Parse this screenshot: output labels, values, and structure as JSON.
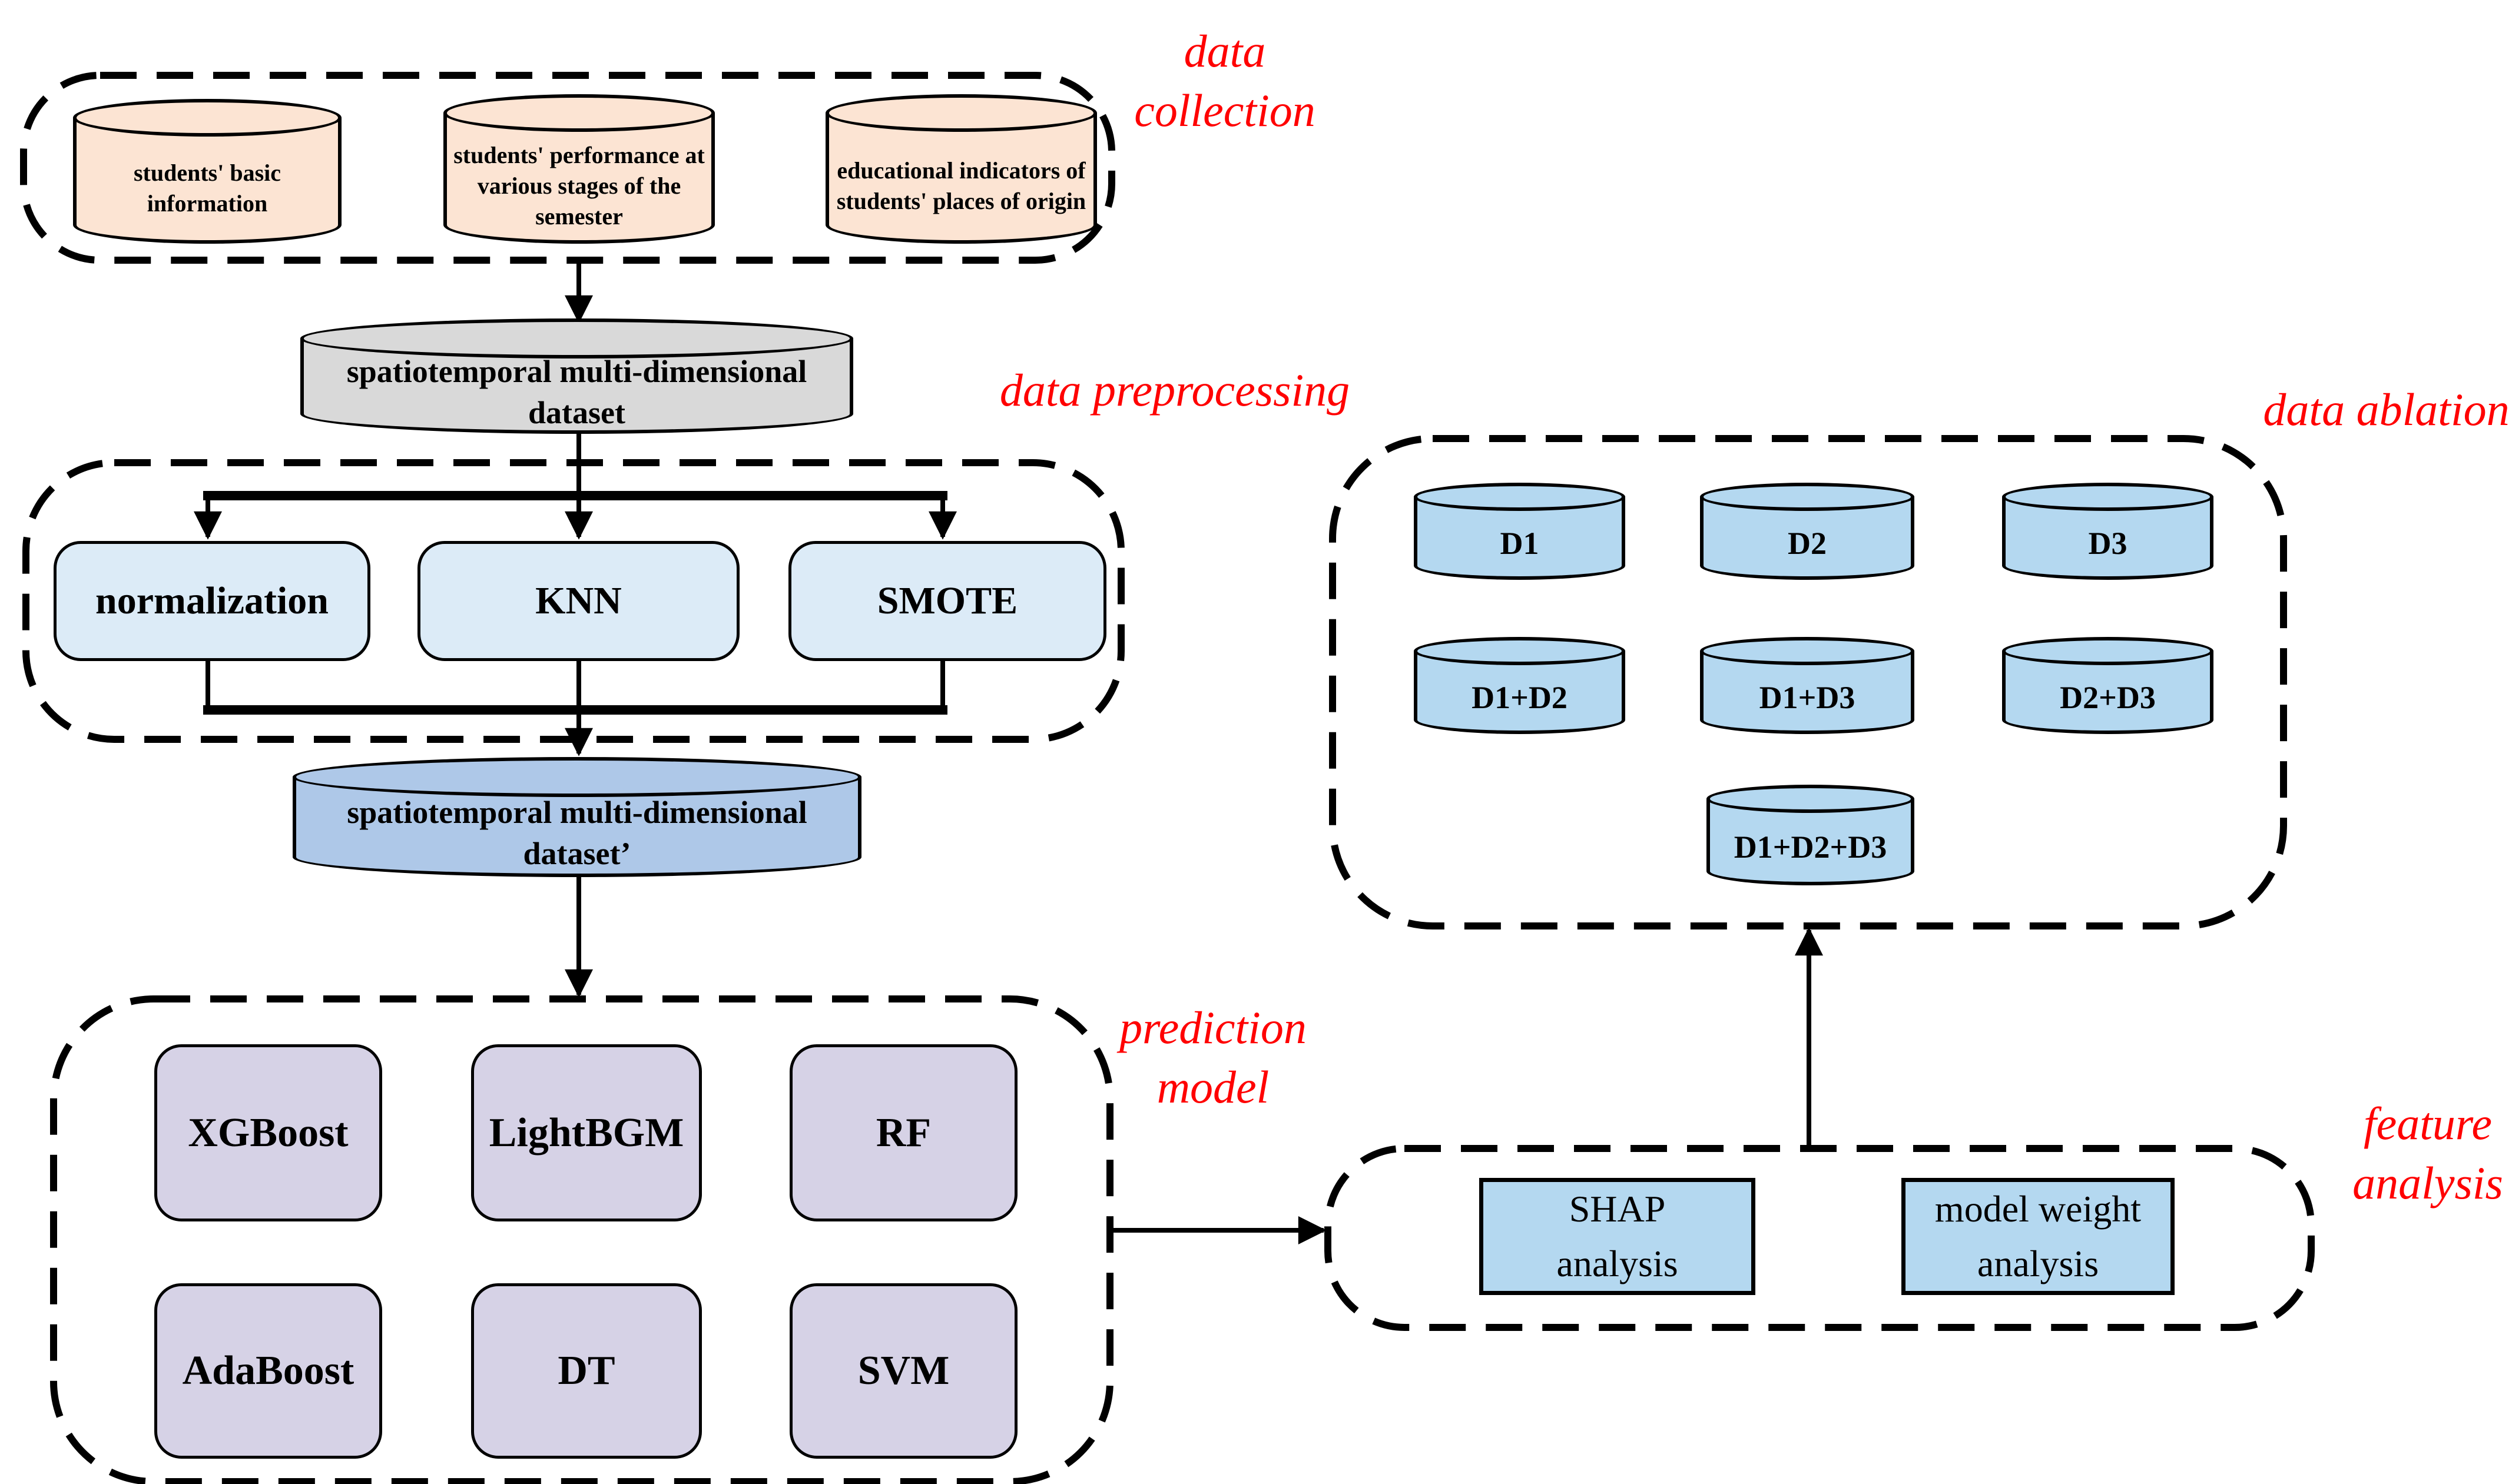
{
  "colors": {
    "source_fill": "#fce4d3",
    "raw_dataset_fill": "#d9d9d9",
    "preprocess_fill": "#dcebf7",
    "processed_dataset_fill": "#aec8e8",
    "model_fill": "#d6d2e6",
    "ablation_fill": "#b4d8f0",
    "section_label": "#ff0000",
    "outline": "#000000"
  },
  "sections": {
    "data_collection": {
      "label": "data collection",
      "sources": [
        "students' basic information",
        "students' performance at various stages of the semester",
        "educational indicators of students' places of origin"
      ]
    },
    "raw_dataset": "spatiotemporal multi-dimensional dataset",
    "data_preprocessing": {
      "label": "data preprocessing",
      "steps": [
        "normalization",
        "KNN",
        "SMOTE"
      ]
    },
    "processed_dataset": "spatiotemporal multi-dimensional dataset’",
    "prediction_model": {
      "label": "prediction model",
      "models": [
        "XGBoost",
        "LightBGM",
        "RF",
        "AdaBoost",
        "DT",
        "SVM"
      ]
    },
    "data_ablation": {
      "label": "data ablation",
      "datasets": [
        "D1",
        "D2",
        "D3",
        "D1+D2",
        "D1+D3",
        "D2+D3",
        "D1+D2+D3"
      ]
    },
    "feature_analysis": {
      "label": "feature analysis",
      "methods": [
        "SHAP analysis",
        "model weight analysis"
      ]
    }
  }
}
